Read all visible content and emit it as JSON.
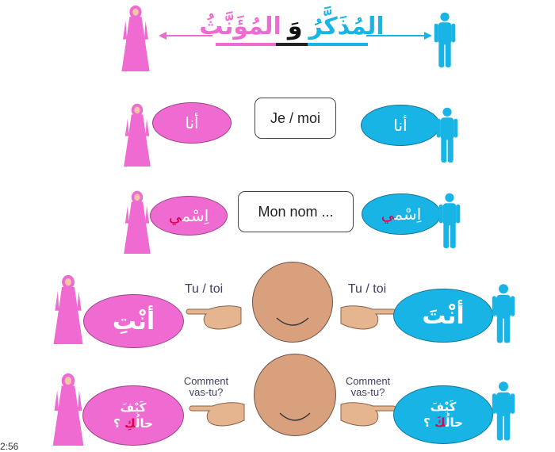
{
  "title": {
    "masculine": "المُذَكَّرُ",
    "and": "وَ",
    "feminine": "المُؤَنَّثُ"
  },
  "rows": [
    {
      "french": "Je / moi",
      "arabic_f": "أنا",
      "arabic_m": "أنا"
    },
    {
      "french": "Mon nom ...",
      "arabic_f_base": "اِسْم",
      "arabic_f_suffix": "ي",
      "arabic_m_base": "اِسْم",
      "arabic_m_suffix": "ي"
    },
    {
      "french_left": "Tu / toi",
      "french_right": "Tu / toi",
      "arabic_f_base": "أنْت",
      "arabic_f_suffix": "ِ",
      "arabic_m_base": "أنْت",
      "arabic_m_suffix": "َ"
    },
    {
      "french_left": "Comment vas-tu?",
      "french_right": "Comment vas-tu?",
      "arabic_line1": "كَيْفَ",
      "arabic_f_line2_base": "حالُ",
      "arabic_f_line2_suffix": "كِ",
      "arabic_m_line2_base": "حالُ",
      "arabic_m_line2_suffix": "كَ",
      "qmark": "؟"
    }
  ],
  "timestamp": "2:56",
  "colors": {
    "pink": "#ef6ad1",
    "blue": "#19b4e6",
    "accent": "#e0004d"
  }
}
